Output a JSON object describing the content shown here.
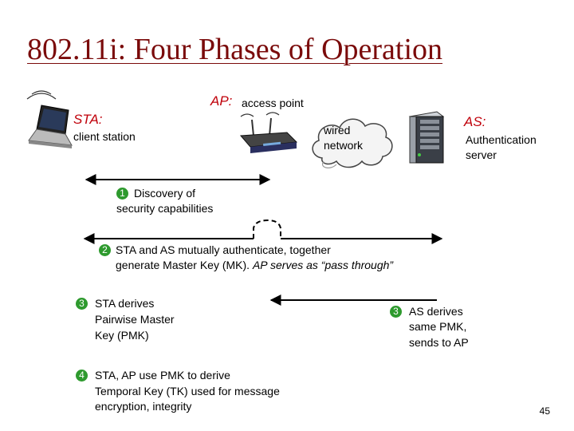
{
  "slide": {
    "title": "802.11i: Four Phases of Operation",
    "page_number": "45"
  },
  "entities": {
    "sta": {
      "label": "STA:",
      "desc": "client station",
      "icon": "laptop-icon"
    },
    "ap": {
      "label": "AP:",
      "desc": "access point",
      "icon": "wireless-router-icon"
    },
    "net": {
      "line1": "wired",
      "line2": "network",
      "icon": "cloud-icon"
    },
    "as": {
      "label": "AS:",
      "desc_line1": "Authentication",
      "desc_line2": "server",
      "icon": "server-icon"
    }
  },
  "phases": {
    "p1": {
      "num": "1",
      "line1": "Discovery of",
      "line2": "security capabilities"
    },
    "p2": {
      "num": "2",
      "line1": "STA and AS mutually authenticate, together",
      "line2a": "generate Master Key (MK). ",
      "line2b": "AP serves as “pass through”"
    },
    "p3a": {
      "num": "3",
      "line1": "STA derives",
      "line2": "Pairwise Master",
      "line3": "Key (PMK)"
    },
    "p3b": {
      "num": "3",
      "line1": "AS derives",
      "line2": "same PMK,",
      "line3": "sends to AP"
    },
    "p4": {
      "num": "4",
      "line1": "STA, AP use PMK to derive",
      "line2": "Temporal Key (TK) used for message",
      "line3": "encryption, integrity"
    }
  },
  "colors": {
    "title": "#7a0a0a",
    "label_red": "#c0000a",
    "step_badge": "#2e9a2e"
  }
}
